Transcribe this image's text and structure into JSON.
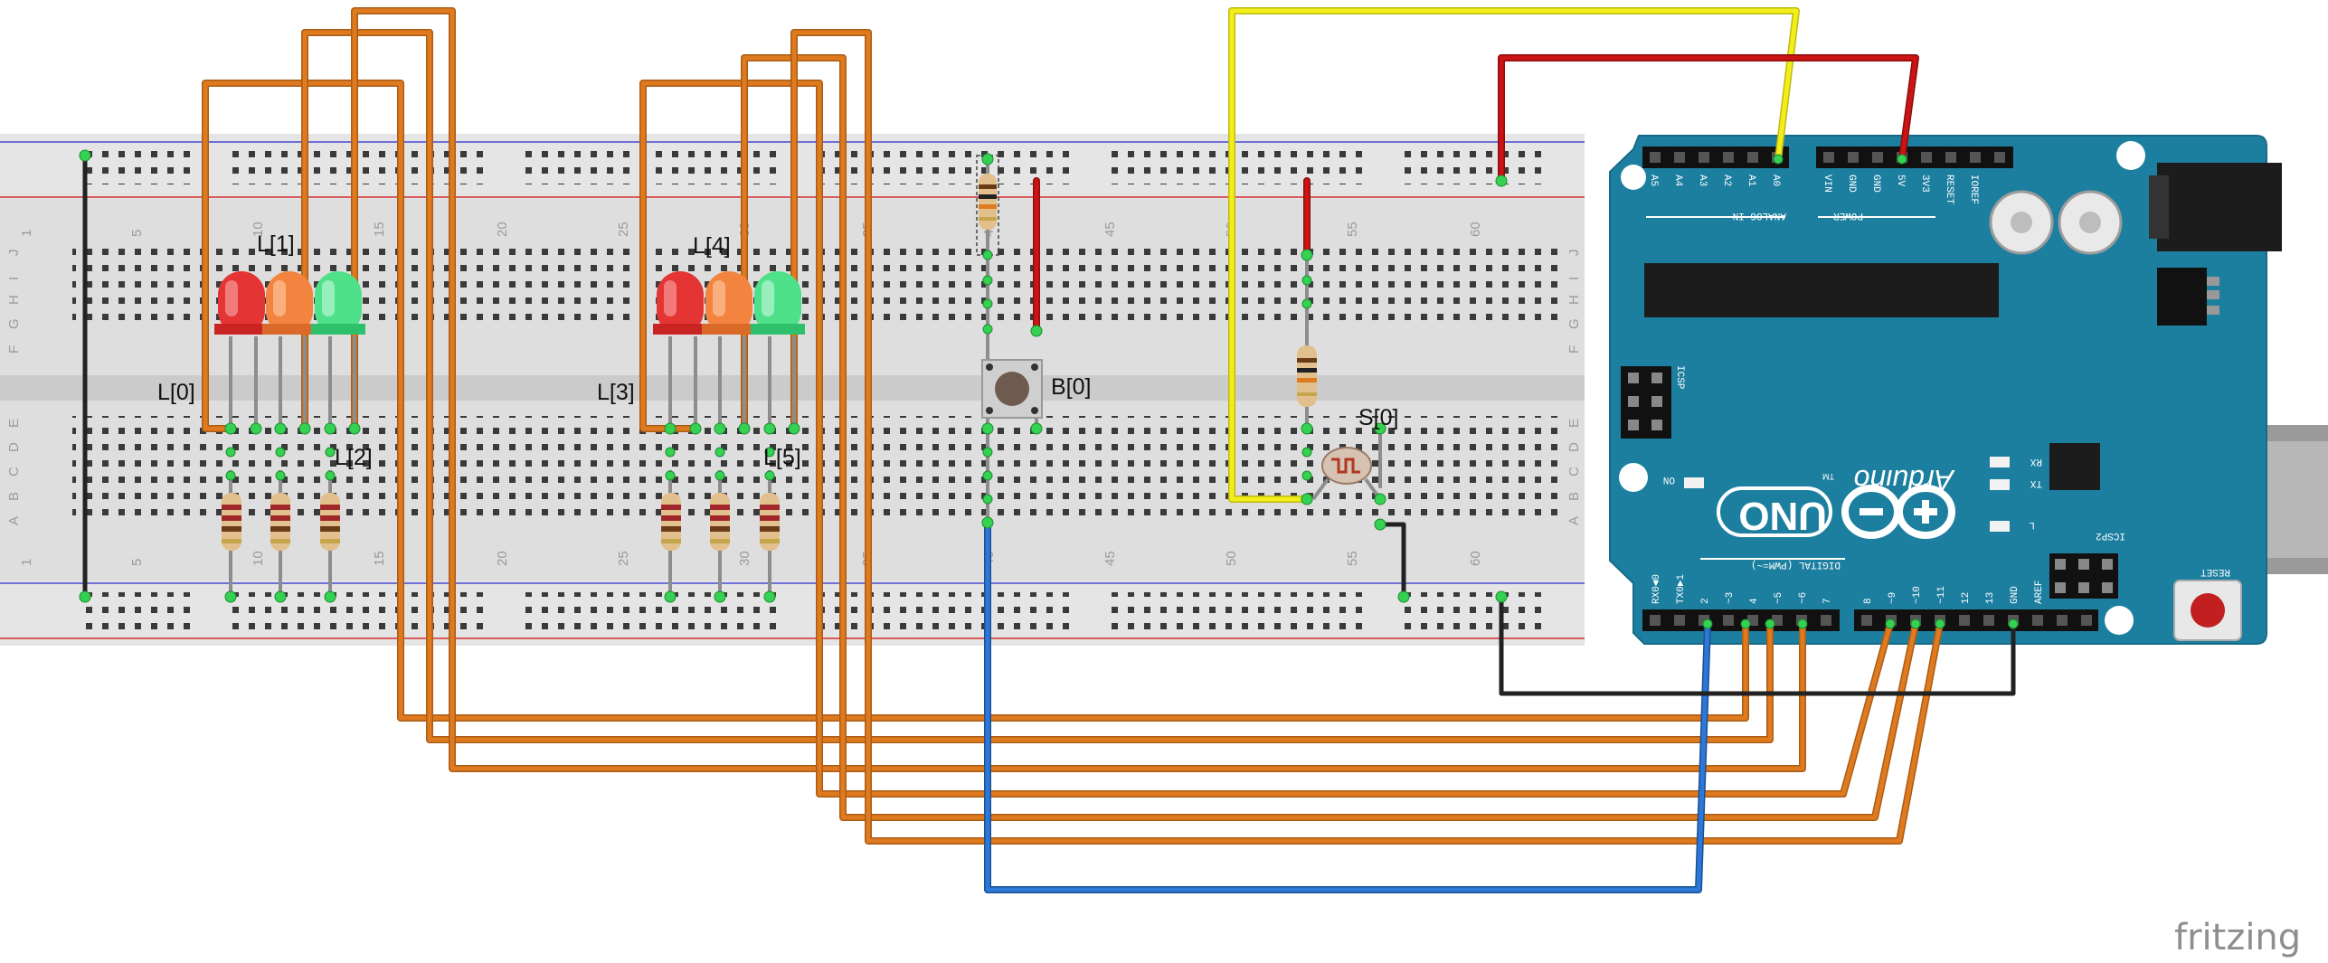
{
  "components": {
    "leds_group1": [
      "L[0]",
      "L[1]",
      "L[2]"
    ],
    "leds_group2": [
      "L[3]",
      "L[4]",
      "L[5]"
    ],
    "button": "B[0]",
    "sensor": "S[0]"
  },
  "breadboard": {
    "column_numbers": [
      "1",
      "5",
      "10",
      "15",
      "20",
      "25",
      "30",
      "35",
      "40",
      "45",
      "50",
      "55",
      "60"
    ],
    "row_letters_top": [
      "J",
      "I",
      "H",
      "G",
      "F"
    ],
    "row_letters_bottom": [
      "E",
      "D",
      "C",
      "B",
      "A"
    ]
  },
  "arduino": {
    "analog_pins": [
      "A5",
      "A4",
      "A3",
      "A2",
      "A1",
      "A0"
    ],
    "analog_label": "ANALOG IN",
    "power_pins": [
      "VIN",
      "GND",
      "GND",
      "5V",
      "3V3",
      "RESET",
      "IOREF"
    ],
    "power_label": "POWER",
    "icsp_label": "ICSP",
    "icsp2_label": "ICSP2",
    "brand": "Arduino",
    "model": "UNO",
    "trademark": "TM",
    "on_label": "ON",
    "rx_label": "RX",
    "tx_label": "TX",
    "l_label": "L",
    "reset_label": "RESET",
    "digital_label": "DIGITAL (PWM=~)",
    "rx0_label": "RX0◄0",
    "tx1_label": "TX0►1",
    "digital_pins": [
      "2",
      "~3",
      "4",
      "~5",
      "~6",
      "7",
      "8",
      "~9",
      "~10",
      "~11",
      "12",
      "13",
      "GND",
      "AREF"
    ]
  },
  "watermark": "fritzing",
  "colors": {
    "board": "#1d7fa0",
    "breadboard": "#dedede",
    "wire_orange": "#e07a1e",
    "wire_red": "#cc1414",
    "wire_yellow": "#f2ee1c",
    "wire_blue": "#2d78d6",
    "wire_black": "#222222",
    "led_red": "#e53434",
    "led_orange": "#f3843f",
    "led_green": "#4fe08a",
    "rail_red": "#d85a5a",
    "rail_blue": "#6f6fd6"
  }
}
